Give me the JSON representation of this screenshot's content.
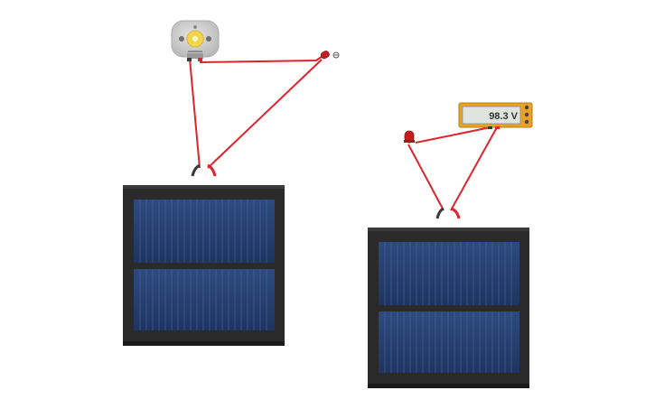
{
  "multimeter": {
    "reading": "98.3 V"
  },
  "colors": {
    "wire_red": "#e0242d",
    "wire_black": "#3a3a3a",
    "panel_frame": "#2a2a2a",
    "cell_blue": "#27406e",
    "multimeter_body": "#e8a326",
    "motor_body": "#cfcfcf",
    "led_red": "#c41e1e"
  },
  "components": [
    {
      "name": "dc-motor",
      "icon": "motor-icon"
    },
    {
      "name": "led-1",
      "icon": "led-icon"
    },
    {
      "name": "solar-panel-1",
      "icon": "solar-panel-icon"
    },
    {
      "name": "led-2",
      "icon": "led-icon"
    },
    {
      "name": "multimeter",
      "icon": "multimeter-icon"
    },
    {
      "name": "solar-panel-2",
      "icon": "solar-panel-icon"
    }
  ]
}
